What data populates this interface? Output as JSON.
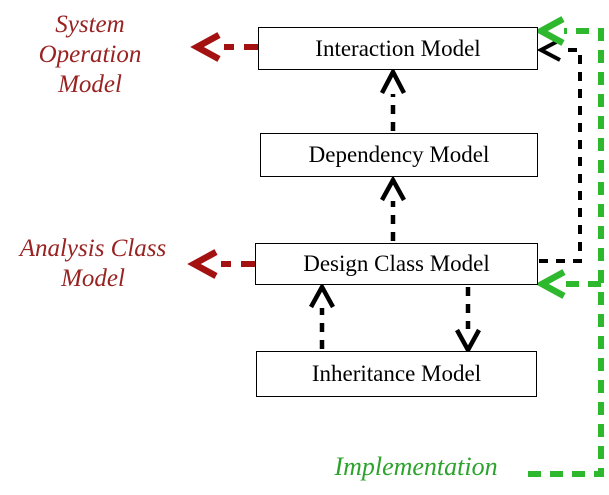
{
  "title": "Design model relationships diagram",
  "colors": {
    "background": "#ffffff",
    "box_fill": "#ffffff",
    "box_border": "#000000",
    "box_text": "#000000",
    "red_text": "#992222",
    "red_arrow": "#a31111",
    "green_text": "#2da32d",
    "green_arrow": "#2eb82e",
    "black_arrow": "#000000"
  },
  "diagram": {
    "boxes": [
      {
        "id": "interaction-model",
        "label": "Interaction Model"
      },
      {
        "id": "dependency-model",
        "label": "Dependency Model"
      },
      {
        "id": "design-class-model",
        "label": "Design Class Model"
      },
      {
        "id": "inheritance-model",
        "label": "Inheritance Model"
      }
    ],
    "side_labels": [
      {
        "id": "system-operation-model",
        "color_role": "red",
        "lines": [
          "System",
          "Operation",
          "Model"
        ]
      },
      {
        "id": "analysis-class-model",
        "color_role": "red",
        "lines": [
          "Analysis Class",
          "Model"
        ]
      },
      {
        "id": "implementation",
        "color_role": "green",
        "lines": [
          "Implementation"
        ]
      }
    ],
    "arrows": [
      {
        "id": "black-dependency-to-interaction",
        "style": "black-dashed",
        "from": "dependency-model",
        "to": "interaction-model",
        "direction": "up"
      },
      {
        "id": "black-design-to-dependency",
        "style": "black-dashed",
        "from": "design-class-model",
        "to": "dependency-model",
        "direction": "up"
      },
      {
        "id": "black-inheritance-to-design",
        "style": "black-dashed",
        "from": "inheritance-model",
        "to": "design-class-model",
        "direction": "up"
      },
      {
        "id": "black-design-to-inheritance",
        "style": "black-dashed",
        "from": "design-class-model",
        "to": "inheritance-model",
        "direction": "down"
      },
      {
        "id": "black-design-to-interaction-right",
        "style": "black-dashed",
        "from": "design-class-model",
        "to": "interaction-model",
        "direction": "right-side-up-left"
      },
      {
        "id": "red-interaction-to-system-operation",
        "style": "red-dashed",
        "from": "interaction-model",
        "to": "system-operation-model",
        "direction": "left"
      },
      {
        "id": "red-design-to-analysis-class",
        "style": "red-dashed",
        "from": "design-class-model",
        "to": "analysis-class-model",
        "direction": "left"
      },
      {
        "id": "green-implementation-to-interaction",
        "style": "green-dashed",
        "from": "implementation",
        "to": "interaction-model",
        "direction": "right-side-up-left"
      },
      {
        "id": "green-implementation-to-design",
        "style": "green-dashed",
        "from": "implementation",
        "to": "design-class-model",
        "direction": "branch-left"
      }
    ]
  }
}
